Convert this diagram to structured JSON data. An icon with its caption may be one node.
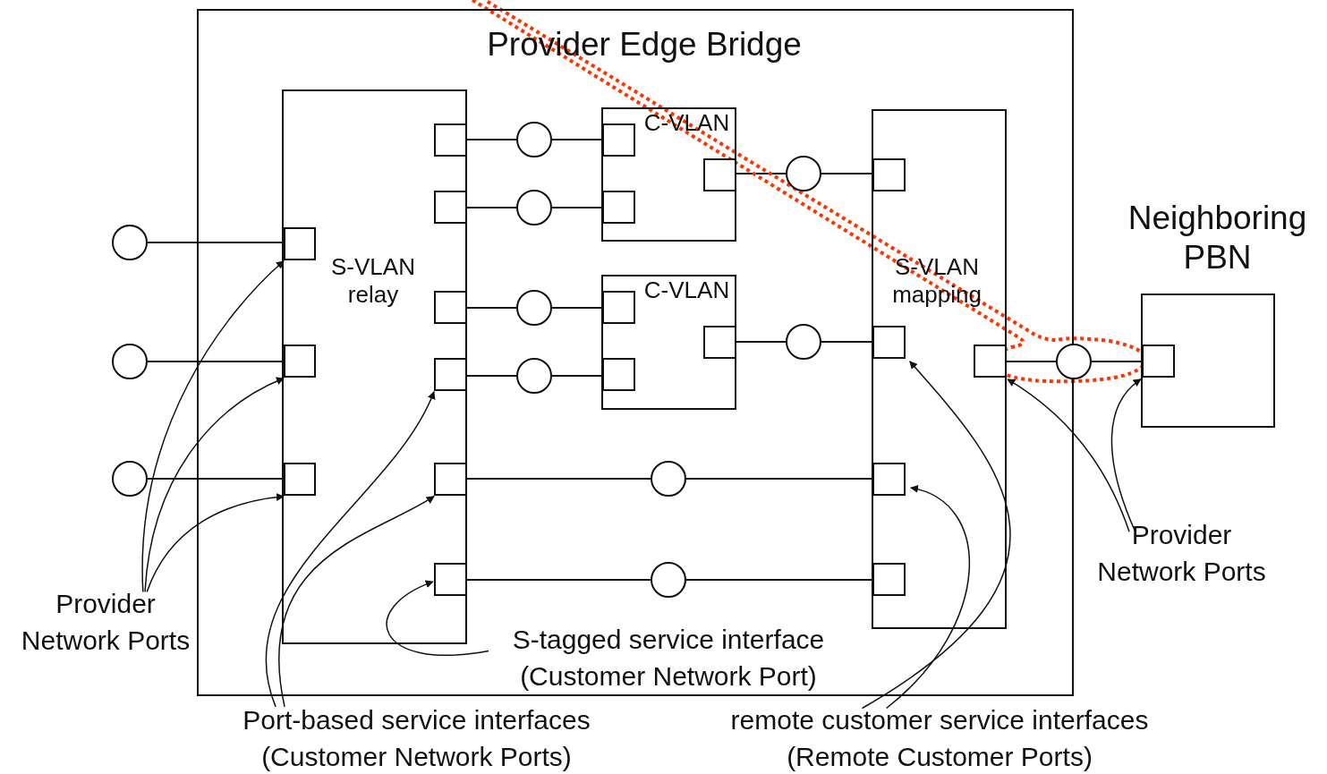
{
  "diagram": {
    "nodes": [
      {
        "text": [
          "Provider Edge Bridge"
        ]
      },
      {
        "text": [
          "S-VLAN relay"
        ],
        "in": 0
      },
      {
        "text": [
          "C-VLAN"
        ],
        "in": 0
      },
      {
        "text": [
          "C-VLAN"
        ],
        "in": 0
      },
      {
        "text": [
          "S-VLAN mapping"
        ],
        "in": 0
      },
      {
        "text": [
          "Neighboring PBN"
        ]
      },
      {
        "text": [],
        "shape": "box",
        "in": 1
      },
      {
        "text": [],
        "shape": "box",
        "in": 1
      },
      {
        "text": [],
        "shape": "box",
        "in": 1
      },
      {
        "text": [],
        "shape": "box",
        "in": 1
      },
      {
        "text": [],
        "shape": "box",
        "in": 1
      },
      {
        "text": [],
        "shape": "box",
        "in": 1
      },
      {
        "text": [],
        "shape": "box",
        "in": 1
      },
      {
        "text": [],
        "shape": "box",
        "in": 1
      },
      {
        "text": [],
        "shape": "box",
        "in": 1
      },
      {
        "text": [],
        "shape": "box",
        "in": 2
      },
      {
        "text": [],
        "shape": "box",
        "in": 2
      },
      {
        "text": [],
        "shape": "box",
        "in": 2
      },
      {
        "text": [],
        "shape": "box",
        "in": 3
      },
      {
        "text": [],
        "shape": "box",
        "in": 3
      },
      {
        "text": [],
        "shape": "box",
        "in": 3
      },
      {
        "text": [],
        "shape": "box",
        "in": 4
      },
      {
        "text": [],
        "shape": "box",
        "in": 4
      },
      {
        "text": [],
        "shape": "box",
        "in": 4
      },
      {
        "text": [],
        "shape": "box",
        "in": 4
      },
      {
        "text": [],
        "shape": "box",
        "in": 4
      },
      {
        "text": [],
        "shape": "box",
        "in": 5
      },
      {
        "text": [],
        "shape": "circle"
      },
      {
        "text": [],
        "shape": "circle"
      },
      {
        "text": [],
        "shape": "circle"
      },
      {
        "text": [],
        "shape": "circle",
        "in": 0
      },
      {
        "text": [],
        "shape": "circle",
        "in": 0
      },
      {
        "text": [],
        "shape": "circle",
        "in": 0
      },
      {
        "text": [],
        "shape": "circle",
        "in": 0
      },
      {
        "text": [],
        "shape": "circle",
        "in": 0
      },
      {
        "text": [],
        "shape": "circle",
        "in": 0
      },
      {
        "text": [],
        "shape": "circle",
        "in": 0
      },
      {
        "text": [],
        "shape": "circle",
        "in": 0
      },
      {
        "text": [],
        "shape": "circle"
      },
      {
        "text": [
          "Provider Network Ports"
        ]
      },
      {
        "text": [
          "Port-based service interfaces (Customer Network Ports)"
        ]
      },
      {
        "text": [
          "S-tagged service interface (Customer Network Port)"
        ],
        "in": 0
      },
      {
        "text": [
          "remote customer service interfaces (Remote Customer Ports)"
        ]
      },
      {
        "text": [
          "Provider Network Ports"
        ]
      }
    ],
    "edges": [
      {
        "from": 27,
        "to": 6,
        "arrow": "none"
      },
      {
        "from": 28,
        "to": 7,
        "arrow": "none"
      },
      {
        "from": 29,
        "to": 8,
        "arrow": "none"
      },
      {
        "from": 9,
        "to": 30,
        "arrow": "none"
      },
      {
        "from": 30,
        "to": 15,
        "arrow": "none"
      },
      {
        "from": 10,
        "to": 31,
        "arrow": "none"
      },
      {
        "from": 31,
        "to": 16,
        "arrow": "none"
      },
      {
        "from": 11,
        "to": 32,
        "arrow": "none"
      },
      {
        "from": 32,
        "to": 18,
        "arrow": "none"
      },
      {
        "from": 12,
        "to": 33,
        "arrow": "none"
      },
      {
        "from": 33,
        "to": 19,
        "arrow": "none"
      },
      {
        "from": 17,
        "to": 34,
        "arrow": "none"
      },
      {
        "from": 34,
        "to": 21,
        "arrow": "none"
      },
      {
        "from": 20,
        "to": 35,
        "arrow": "none"
      },
      {
        "from": 35,
        "to": 22,
        "arrow": "none"
      },
      {
        "from": 13,
        "to": 36,
        "arrow": "none"
      },
      {
        "from": 36,
        "to": 23,
        "arrow": "none"
      },
      {
        "from": 14,
        "to": 37,
        "arrow": "none"
      },
      {
        "from": 37,
        "to": 24,
        "arrow": "none"
      },
      {
        "from": 25,
        "to": 38,
        "arrow": "none"
      },
      {
        "from": 38,
        "to": 26,
        "arrow": "none"
      },
      {
        "from": 39,
        "to": 6,
        "arrow": "to"
      },
      {
        "from": 39,
        "to": 7,
        "arrow": "to"
      },
      {
        "from": 39,
        "to": 8,
        "arrow": "to"
      },
      {
        "from": 40,
        "to": 12,
        "arrow": "to"
      },
      {
        "from": 40,
        "to": 13,
        "arrow": "to"
      },
      {
        "from": 41,
        "to": 14,
        "arrow": "to"
      },
      {
        "from": 42,
        "to": 22,
        "arrow": "to"
      },
      {
        "from": 42,
        "to": 23,
        "arrow": "to"
      },
      {
        "from": 43,
        "to": 25,
        "arrow": "to"
      },
      {
        "from": 43,
        "to": 26,
        "arrow": "to"
      }
    ]
  }
}
